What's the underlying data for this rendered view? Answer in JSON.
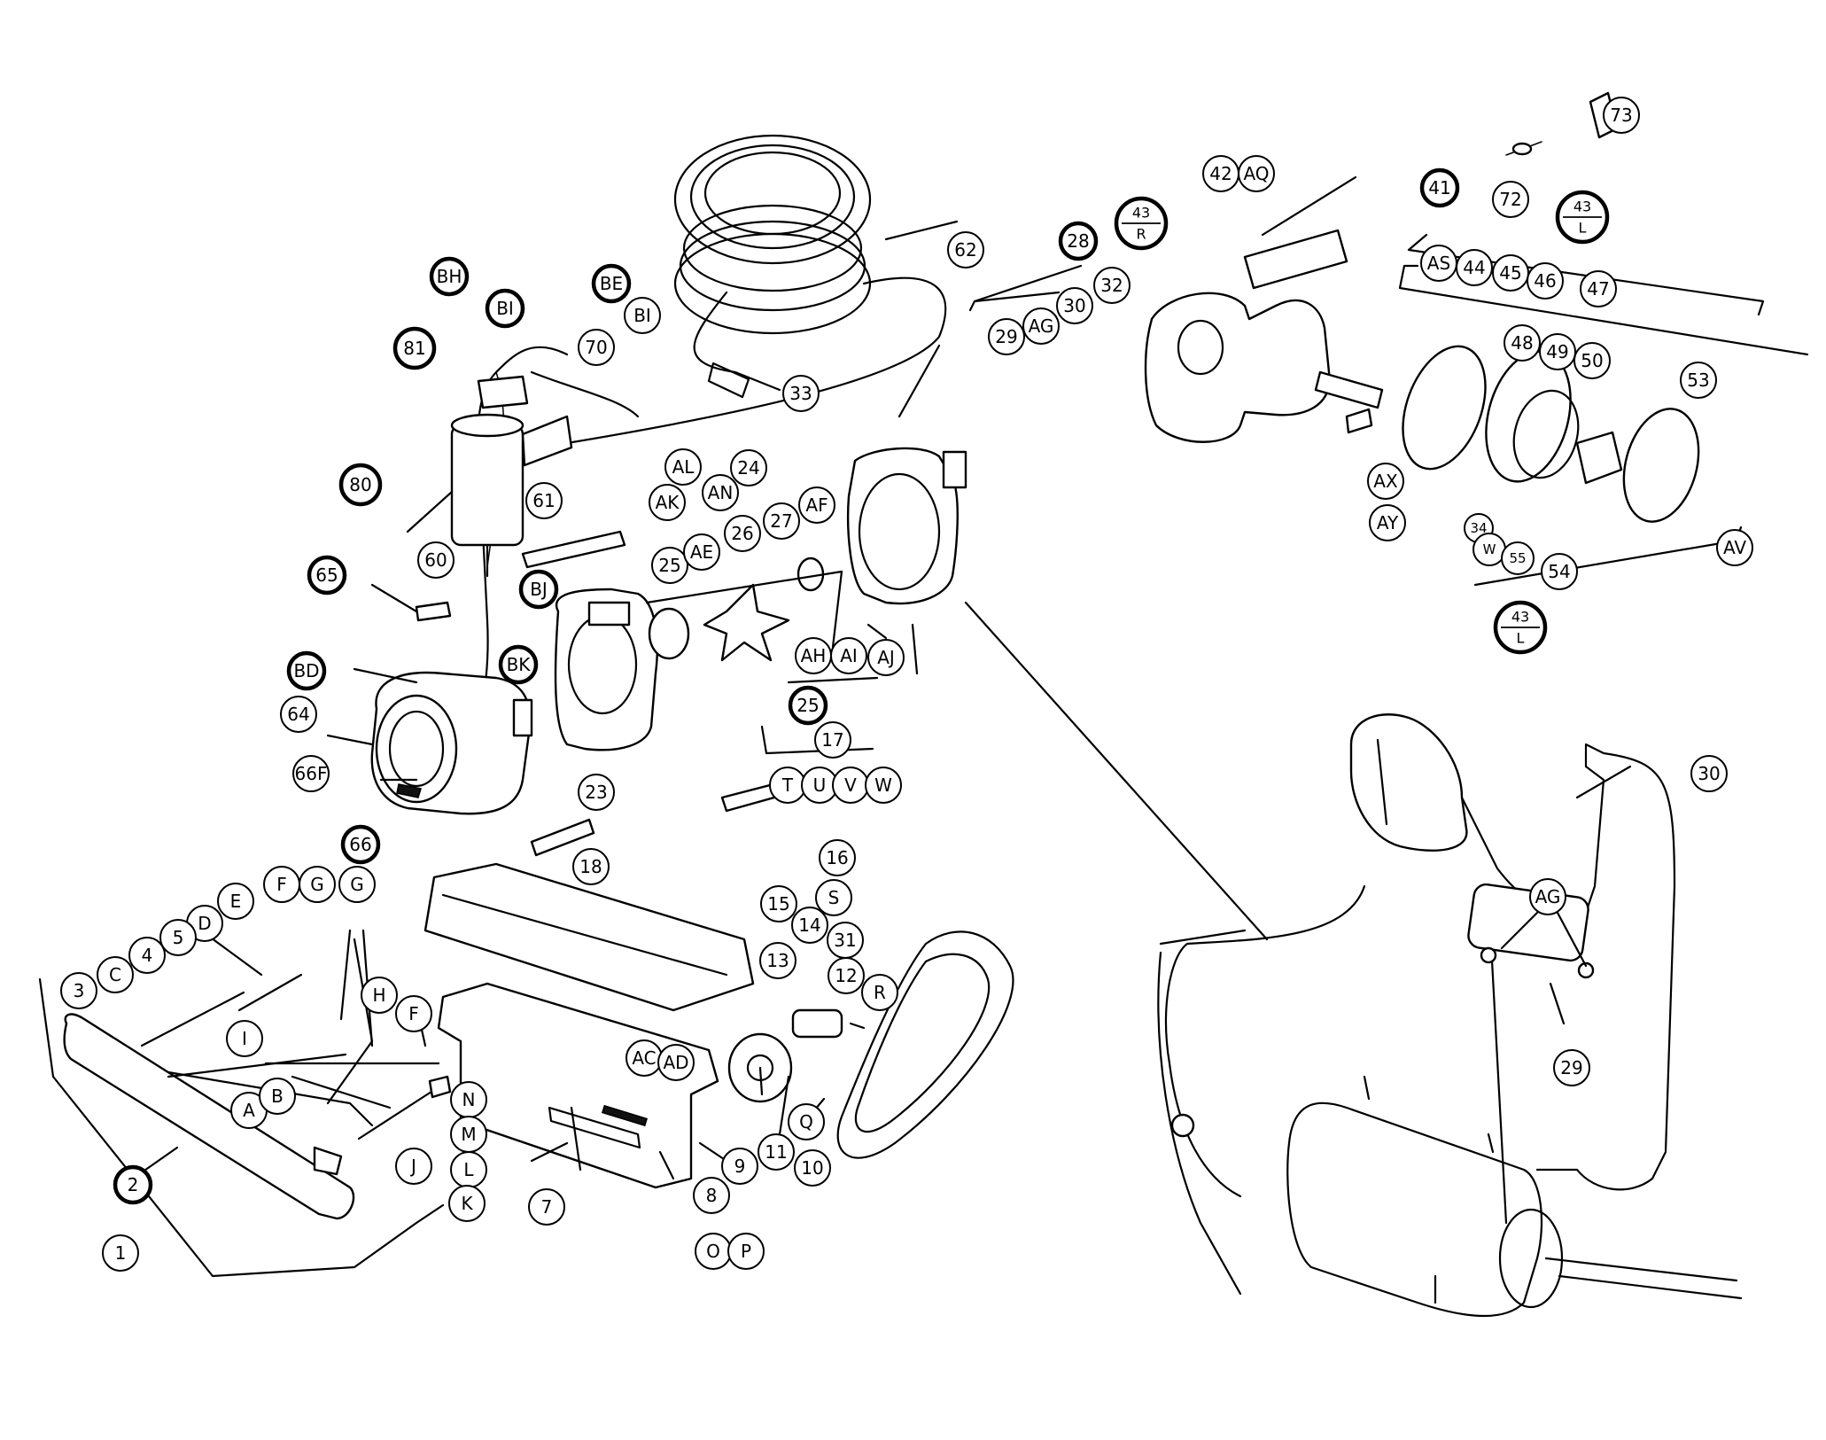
{
  "callouts": [
    {
      "id": "c73",
      "label": "73"
    },
    {
      "id": "c72",
      "label": "72"
    },
    {
      "id": "c41",
      "label": "41",
      "bold": true
    },
    {
      "id": "c42",
      "label": "42"
    },
    {
      "id": "cAQ",
      "label": "AQ"
    },
    {
      "id": "c43r",
      "label": "43/R",
      "bold": true
    },
    {
      "id": "c43l",
      "label": "43/L",
      "bold": true
    },
    {
      "id": "c28",
      "label": "28",
      "bold": true
    },
    {
      "id": "c62",
      "label": "62"
    },
    {
      "id": "c32",
      "label": "32"
    },
    {
      "id": "c30a",
      "label": "30"
    },
    {
      "id": "cAG1",
      "label": "AG"
    },
    {
      "id": "c29a",
      "label": "29"
    },
    {
      "id": "cAS",
      "label": "AS"
    },
    {
      "id": "c44",
      "label": "44"
    },
    {
      "id": "c45",
      "label": "45"
    },
    {
      "id": "c46",
      "label": "46"
    },
    {
      "id": "c47",
      "label": "47"
    },
    {
      "id": "c48",
      "label": "48"
    },
    {
      "id": "c49",
      "label": "49"
    },
    {
      "id": "c50",
      "label": "50"
    },
    {
      "id": "c53",
      "label": "53"
    },
    {
      "id": "cAX",
      "label": "AX"
    },
    {
      "id": "cAY",
      "label": "AY"
    },
    {
      "id": "cAV",
      "label": "AV"
    },
    {
      "id": "c34",
      "label": "34"
    },
    {
      "id": "cW1",
      "label": "W"
    },
    {
      "id": "c55",
      "label": "55"
    },
    {
      "id": "c54",
      "label": "54"
    },
    {
      "id": "c43b",
      "label": "43/L",
      "bold": true
    },
    {
      "id": "cBH",
      "label": "BH",
      "bold": true
    },
    {
      "id": "cBI1",
      "label": "BI",
      "bold": true
    },
    {
      "id": "cBE",
      "label": "BE",
      "bold": true
    },
    {
      "id": "cBI2",
      "label": "BI"
    },
    {
      "id": "c70",
      "label": "70"
    },
    {
      "id": "c81",
      "label": "81",
      "bold": true
    },
    {
      "id": "c33",
      "label": "33"
    },
    {
      "id": "c80",
      "label": "80",
      "bold": true
    },
    {
      "id": "c61",
      "label": "61"
    },
    {
      "id": "cAL",
      "label": "AL"
    },
    {
      "id": "cAK",
      "label": "AK"
    },
    {
      "id": "cAN",
      "label": "AN"
    },
    {
      "id": "c24",
      "label": "24"
    },
    {
      "id": "c65",
      "label": "65",
      "bold": true
    },
    {
      "id": "c60",
      "label": "60"
    },
    {
      "id": "cBJ",
      "label": "BJ",
      "bold": true
    },
    {
      "id": "cBK",
      "label": "BK",
      "bold": true
    },
    {
      "id": "cBD",
      "label": "BD",
      "bold": true
    },
    {
      "id": "c25a",
      "label": "25"
    },
    {
      "id": "cAE",
      "label": "AE"
    },
    {
      "id": "c26",
      "label": "26"
    },
    {
      "id": "c27",
      "label": "27"
    },
    {
      "id": "cAF",
      "label": "AF"
    },
    {
      "id": "cAH",
      "label": "AH"
    },
    {
      "id": "cAI",
      "label": "AI"
    },
    {
      "id": "cAJ",
      "label": "AJ"
    },
    {
      "id": "c25b",
      "label": "25",
      "bold": true
    },
    {
      "id": "c64",
      "label": "64"
    },
    {
      "id": "c66F",
      "label": "66F"
    },
    {
      "id": "c66",
      "label": "66",
      "bold": true
    },
    {
      "id": "c23",
      "label": "23"
    },
    {
      "id": "c17",
      "label": "17"
    },
    {
      "id": "cT",
      "label": "T"
    },
    {
      "id": "cU",
      "label": "U"
    },
    {
      "id": "cV",
      "label": "V"
    },
    {
      "id": "cW2",
      "label": "W"
    },
    {
      "id": "c16",
      "label": "16"
    },
    {
      "id": "c18",
      "label": "18"
    },
    {
      "id": "c15",
      "label": "15"
    },
    {
      "id": "cS",
      "label": "S"
    },
    {
      "id": "c14",
      "label": "14"
    },
    {
      "id": "c31",
      "label": "31"
    },
    {
      "id": "c13",
      "label": "13"
    },
    {
      "id": "c12",
      "label": "12"
    },
    {
      "id": "cR",
      "label": "R"
    },
    {
      "id": "cAC",
      "label": "AC"
    },
    {
      "id": "cAD",
      "label": "AD"
    },
    {
      "id": "cQ",
      "label": "Q"
    },
    {
      "id": "c11",
      "label": "11"
    },
    {
      "id": "c10",
      "label": "10"
    },
    {
      "id": "c9",
      "label": "9"
    },
    {
      "id": "c8",
      "label": "8"
    },
    {
      "id": "c7",
      "label": "7"
    },
    {
      "id": "cO",
      "label": "O"
    },
    {
      "id": "cP",
      "label": "P"
    },
    {
      "id": "cN",
      "label": "N"
    },
    {
      "id": "cM",
      "label": "M"
    },
    {
      "id": "cL",
      "label": "L"
    },
    {
      "id": "cK",
      "label": "K"
    },
    {
      "id": "cF1",
      "label": "F"
    },
    {
      "id": "cG1",
      "label": "G"
    },
    {
      "id": "cG2",
      "label": "G"
    },
    {
      "id": "cE",
      "label": "E"
    },
    {
      "id": "cD",
      "label": "D"
    },
    {
      "id": "c5",
      "label": "5"
    },
    {
      "id": "c4",
      "label": "4"
    },
    {
      "id": "cC",
      "label": "C"
    },
    {
      "id": "c3",
      "label": "3"
    },
    {
      "id": "cI",
      "label": "I"
    },
    {
      "id": "cH",
      "label": "H"
    },
    {
      "id": "cF2",
      "label": "F"
    },
    {
      "id": "cA",
      "label": "A"
    },
    {
      "id": "cB",
      "label": "B"
    },
    {
      "id": "cJ",
      "label": "J"
    },
    {
      "id": "c2",
      "label": "2",
      "bold": true
    },
    {
      "id": "c1",
      "label": "1"
    },
    {
      "id": "c30b",
      "label": "30"
    },
    {
      "id": "cAG2",
      "label": "AG"
    },
    {
      "id": "c29b",
      "label": "29"
    }
  ]
}
